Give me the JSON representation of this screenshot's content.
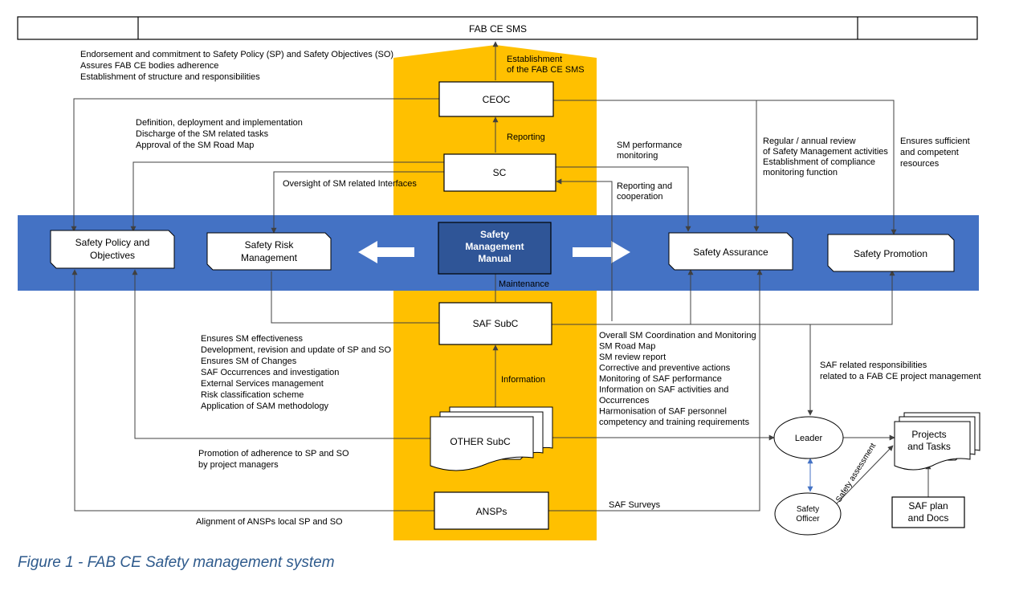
{
  "header": {
    "title": "FAB CE SMS"
  },
  "boxes": {
    "ceoc": "CEOC",
    "sc": "SC",
    "sms_manual": [
      "Safety",
      "Management",
      "Manual"
    ],
    "saf_subc": "SAF SubC",
    "other_subc": "OTHER SubC",
    "ansps": "ANSPs",
    "policy": [
      "Safety Policy and",
      "Objectives"
    ],
    "risk": [
      "Safety Risk",
      "Management"
    ],
    "assurance": "Safety Assurance",
    "promotion": "Safety Promotion",
    "leader": "Leader",
    "officer": [
      "Safety",
      "Officer"
    ],
    "projects": [
      "Projects",
      "and Tasks"
    ],
    "saf_plan": [
      "SAF plan",
      "and Docs"
    ]
  },
  "labels": {
    "establishment": [
      "Establishment",
      "of the FAB CE SMS"
    ],
    "reporting": "Reporting",
    "maintenance": "Maintenance",
    "information": "Information",
    "ceo_notes": [
      "Endorsement and commitment to Safety Policy (SP) and Safety Objectives (SO)",
      "Assures FAB CE bodies adherence",
      "Establishment of structure and responsibilities"
    ],
    "sc_notes": [
      "Definition, deployment and implementation",
      "Discharge of the SM related tasks",
      "Approval of the SM Road Map"
    ],
    "oversight": "Oversight of SM related Interfaces",
    "sm_performance": [
      "SM performance",
      "monitoring"
    ],
    "reporting_coop": [
      "Reporting and",
      "cooperation"
    ],
    "review": [
      "Regular / annual review",
      "of Safety Management activities",
      "Establishment of compliance",
      "monitoring function"
    ],
    "resources": [
      "Ensures sufficient",
      "and competent",
      "resources"
    ],
    "saf_left": [
      "Ensures SM effectiveness",
      "Development, revision and update of SP and SO",
      "Ensures SM of Changes",
      "SAF Occurrences and investigation",
      "External Services management",
      "Risk classification scheme",
      "Application of SAM methodology"
    ],
    "saf_right": [
      "Overall SM Coordination and Monitoring",
      "SM Road Map",
      "SM review report",
      "Corrective and preventive actions",
      "Monitoring of SAF performance",
      "Information on SAF activities and",
      "Occurrences",
      "Harmonisation of SAF personnel",
      "competency and training requirements"
    ],
    "saf_related": [
      "SAF related responsibilities",
      "related to a FAB CE project management"
    ],
    "promotion_adherence": [
      "Promotion of adherence to SP and SO",
      "by project managers"
    ],
    "saf_surveys": "SAF Surveys",
    "alignment": "Alignment of ANSPs local SP and SO",
    "safety_assessment": "Safety assessment"
  },
  "colors": {
    "accent_yellow": "#ffc000",
    "band_blue": "#4472c4",
    "manual_fill": "#2f5597",
    "caption": "#2e5a8c"
  },
  "caption": "Figure 1 - FAB CE Safety management system"
}
